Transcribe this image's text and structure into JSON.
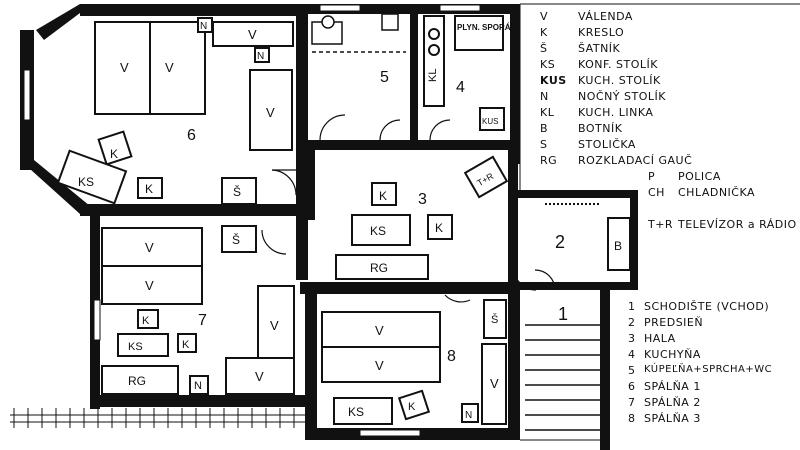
{
  "legend_furniture": [
    {
      "code": "V",
      "desc": "VÁLENDA"
    },
    {
      "code": "K",
      "desc": "KRESLO"
    },
    {
      "code": "Š",
      "desc": "ŠATNÍK"
    },
    {
      "code": "KS",
      "desc": "KONF. STOLÍK"
    },
    {
      "code": "KUS",
      "desc": "KUCH. STOLÍK"
    },
    {
      "code": "N",
      "desc": "NOČNÝ STOLÍK"
    },
    {
      "code": "KL",
      "desc": "KUCH. LINKA"
    },
    {
      "code": "B",
      "desc": "BOTNÍK"
    },
    {
      "code": "S",
      "desc": "STOLIČKA"
    },
    {
      "code": "RG",
      "desc": "ROZKLADACÍ GAUČ"
    },
    {
      "code": "P",
      "desc": "POLICA"
    },
    {
      "code": "CH",
      "desc": "CHLADNIČKA"
    },
    {
      "code": "T+R",
      "desc": "TELEVÍZOR a RÁDIO"
    }
  ],
  "legend_rooms": [
    {
      "num": "1",
      "desc": "SCHODIŠTE (VCHOD)"
    },
    {
      "num": "2",
      "desc": "PREDSIEŇ"
    },
    {
      "num": "3",
      "desc": "HALA"
    },
    {
      "num": "4",
      "desc": "KUCHYŇA"
    },
    {
      "num": "5",
      "desc": "KÚPEĽŇA+SPRCHA+WC"
    },
    {
      "num": "6",
      "desc": "SPÁLŇA 1"
    },
    {
      "num": "7",
      "desc": "SPÁLŇA 2"
    },
    {
      "num": "8",
      "desc": "SPÁLŇA 3"
    }
  ],
  "room_numbers": [
    "1",
    "2",
    "3",
    "4",
    "5",
    "6",
    "7",
    "8"
  ],
  "furniture_labels": {
    "v": "V",
    "n": "N",
    "k": "K",
    "ks": "KS",
    "s_wardrobe": "Š",
    "rg": "RG",
    "b": "B",
    "kl": "KL",
    "kus": "KUS",
    "tr": "T+R",
    "stove": "PLYN. SPORÁK"
  },
  "colors": {
    "ink": "#111111",
    "paper": "#ffffff"
  }
}
